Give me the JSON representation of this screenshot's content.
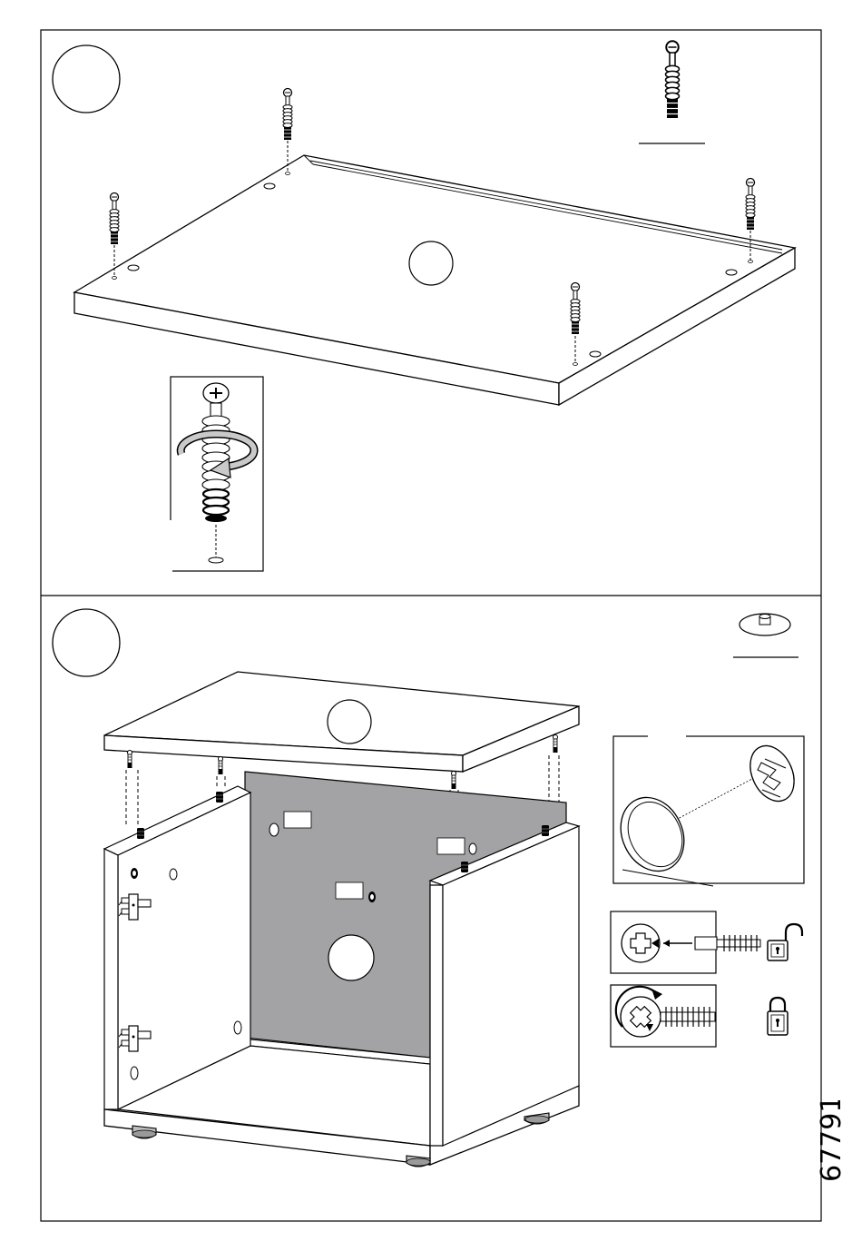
{
  "document": {
    "code": "67791",
    "steps": [
      {
        "panel": "upper",
        "step_number": "",
        "part_label": "",
        "part_ref": ""
      },
      {
        "panel": "lower",
        "step_number": "",
        "part_label": "",
        "part_ref": "",
        "panel_tags": [
          "",
          "",
          ""
        ]
      }
    ],
    "lock_states": [
      "unlocked-padlock-icon",
      "locked-padlock-icon"
    ]
  }
}
